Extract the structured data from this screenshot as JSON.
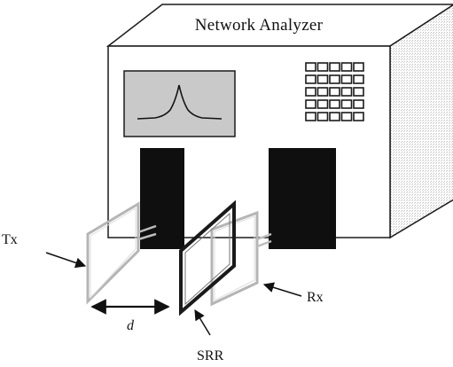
{
  "title": "Network Analyzer",
  "labels": {
    "tx": "Tx",
    "rx": "Rx",
    "srr": "SRR",
    "distance": "d"
  },
  "keypad": {
    "rows": 5,
    "cols": 5
  },
  "display": {
    "trace": "resonance peak"
  },
  "colors": {
    "outline": "#1a1a1a",
    "screen": "#c9c9c9",
    "stand": "#0f0f0f",
    "coil": "#b5b5b5",
    "srr": "#1a1a1a"
  }
}
